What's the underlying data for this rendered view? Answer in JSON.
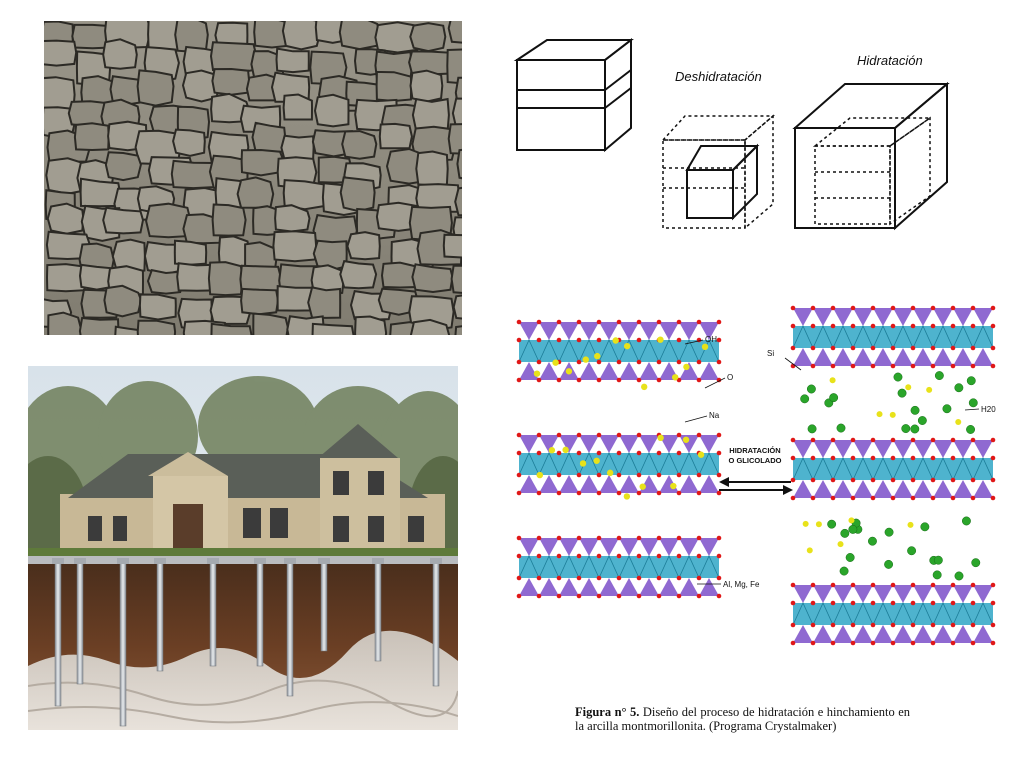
{
  "boxes": {
    "label_dehydration": "Deshidratación",
    "label_hydration": "Hidratación"
  },
  "crystal": {
    "label_oh": "OH",
    "label_o": "O",
    "label_na": "Na",
    "label_si": "Si",
    "label_h2o": "H20",
    "label_almgfe": "Al, Mg, Fe",
    "arrow_label_line1": "HIDRATACIÓN",
    "arrow_label_line2": "O GLICOLADO"
  },
  "caption": {
    "prefix": "Figura n° 5.",
    "text": " Diseño del proceso de hidratación e hinchamiento en la arcilla montmorillonita. (Programa Crystalmaker)"
  },
  "colors": {
    "tetrahedra": "#7b4fc9",
    "octahedra": "#2fa6c6",
    "oxygen": "#e01818",
    "sodium": "#e8e21a",
    "water": "#2aa52a"
  }
}
